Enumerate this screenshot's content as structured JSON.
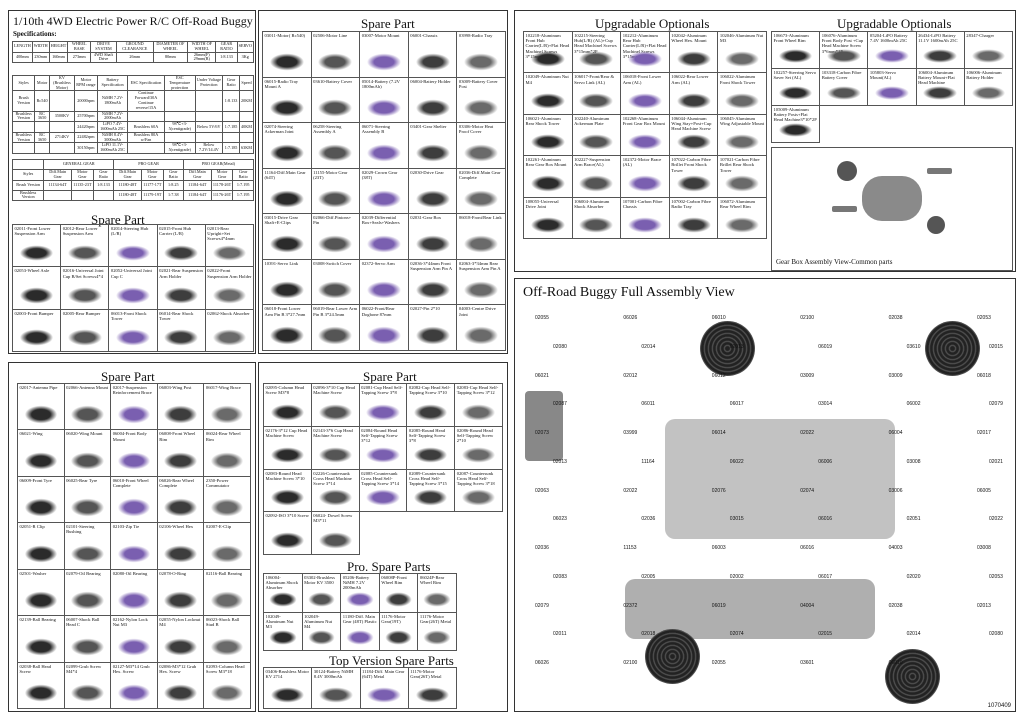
{
  "header": {
    "title": "1/10th 4WD Electric Power R/C Off-Road Buggy",
    "specifications": "Specifications:"
  },
  "spec_table": {
    "headers": [
      "LENGTH",
      "WIDTH",
      "HEIGHT",
      "WHEEL BASE",
      "DRIVE SYSTEM",
      "GROUND CLEARANCE",
      "DIAMETER OF WHEEL",
      "WIDTH OF WHEEL",
      "GEAR RATIO",
      "SERVO"
    ],
    "values": [
      "400mm",
      "230mm",
      "160mm",
      "273mm",
      "4WD Shaft Drive",
      "26mm",
      "80mm",
      "26mm(F) 29mm(R)",
      "1:8.133",
      "3Kg"
    ]
  },
  "style_table": {
    "headers": [
      "Styles",
      "Motor",
      "KV (Brushless Motor)",
      "Motor RPM range",
      "Battery Specification",
      "ESC Specification",
      "ESC Temperature protection",
      "Under Voltage Protection",
      "Gear Ratio",
      "Speed"
    ],
    "rows": [
      [
        "Brush Version",
        "Rc540",
        "",
        "20000rpm",
        "NiMH 7.2V-1800mAh",
        "Continue Forward/30A Continue reverse/15A",
        "",
        "",
        "1:8.133",
        "20KM"
      ],
      [
        "Brushless Version",
        "RC 3650",
        "3500KV",
        "25700rpm",
        "NiMH 7.2V-2000mAh",
        "",
        "",
        "",
        "",
        ""
      ],
      [
        "",
        "",
        "",
        "24420rpm",
        "LiPO 7.4V-1600mAh 25C",
        "Brushless 60A",
        "98℃+3-5(centigrade)",
        "Below 5V/6V",
        "1:7.185",
        "40KM"
      ],
      [
        "Brushless Version",
        "RC 3650",
        "2714KV",
        "22482rpm",
        "NiMH 8.4V-3000mAh",
        "Brushless 80A w/Fan",
        "",
        "",
        "",
        ""
      ],
      [
        "",
        "",
        "",
        "30150rpm",
        "LiPO 11.1V-1600mAh 25C",
        "",
        "98℃+3-5(centigrade)",
        "Below 7.2V/14.4V",
        "1:7.185",
        "63KM"
      ]
    ]
  },
  "gear_table": {
    "groups": [
      "GENERAL GEAR",
      "PRO GEAR",
      "PRO GEAR(Metal)"
    ],
    "headers": [
      "Styles",
      "Diff.Main Gear",
      "Motor Gear",
      "Gear Ratio",
      "Diff.Main Gear",
      "Motor Gear",
      "Gear Ratio",
      "Diff.Main Gear",
      "Motor Gear",
      "Gear Ratio"
    ],
    "rows": [
      [
        "Brush Version",
        "11134-64T",
        "11135-23T",
        "1:8.133",
        "11180-48T",
        "11177-17T",
        "1:8.25",
        "11184-64T",
        "11178-26T",
        "1:7.195"
      ],
      [
        "Brushless Version",
        "",
        "",
        "",
        "11180-48T",
        "11179-19T",
        "1:7.38",
        "11184-64T",
        "11176-26T",
        "1:7.195"
      ]
    ]
  },
  "panels": {
    "spare1_title": "Spare Part",
    "spare2_title": "Spare Part",
    "spare3_title": "Spare Part",
    "spare4_title": "Spare Part",
    "upgrade_title": "Upgradable Optionals",
    "upgrade2_title": "Upgradable Optionals",
    "gearbox_title": "Gear Box Assembly View-Common parts",
    "assembly_title": "Off-Road Buggy Full Assembly View",
    "pro_title": "Pro. Spare Parts",
    "top_title": "Top Version Spare Parts"
  },
  "spare_left": [
    "02011-Front Lower Suspension Arm",
    "02012-Rear Lower Suspension Arm",
    "02014-Steering Hub (L/R)",
    "02015-Front Hub Carrier (L/R)",
    "02013-Rear Upright+Set Screws4*4mm",
    "02053-Wheel Axle",
    "02016-Universal Joint Cup B/Set Screws4*4",
    "02052-Universal Joint Cup C",
    "02021-Rear Suspension Arm Holder",
    "02022-Front Suspension Arm Holder",
    "02003-Front Bumper",
    "02005-Rear Bumper",
    "06013-Front Shock Tower",
    "06014-Rear Shock Tower",
    "02062-Shock Absorber"
  ],
  "spare_mid": [
    "03011-Motor( Rc540)",
    "02506-Motor Line",
    "03007-Motor Mount",
    "06001-Chassis",
    "03998-Radio Tray",
    "06015-Radio Tray Mount A",
    "03610-Battery Cover",
    "05014-Battery (7.2V 1800mAh)",
    "06004-Battery Holder",
    "03009-Battery Cover Post",
    "02074-Steering Ackerman Joint",
    "06258-Steering Assembly A",
    "06071-Steering Assembly B",
    "03401-Gear Shelter",
    "03306-Motor Heat Proof Cover",
    "11164-Diff.Main Gear (64T)",
    "11155-Motor Gear (23T)",
    "02029-Crown Gear (38T)",
    "02030-Drive Gear",
    "02036-Diff.Main Gear Complete",
    "03015-Drive Gear Shaft+E-Clips",
    "02066-Diff.Pinions+ Pin",
    "02039-Differential Box+Seals+Washers",
    "02031-Gear Box",
    "06018-Front/Rear Link",
    "10391-Servo Link",
    "03008-Switch Cover",
    "02372-Servo Arm",
    "02036-3*44mm Front Suspension Arm Pin A",
    "02063-3*34mm Rear Suspension Arm Pin A",
    "06018-Front Lower Arm Pin B 3*27.7mm",
    "06019-Rear Lower Arm Pin B 3*24.5mm",
    "06022-Front/Rear Dogbone 87mm",
    "02027-Pin 2*10",
    "04003-Centre Drive Joint"
  ],
  "upgrade_a": [
    "102218-Aluminum Front Hub Carrier(L/R)+Flat Head Machinel Screws 3*15mm*2P",
    "102215-Steering Hub(L/R) (AL)+Cup Head Machinel Screws 3*15mm*2P",
    "102212-Aluminum Rear Hub Carrier(L/R)+Flat Head Machinel Screws 3*15mm",
    "102042-Aluminum Wheel Hex. Mount",
    "102046-Aluminum Nut M3",
    "102049-Aluminum Nut M4",
    "106017-Front/Rear & Servo Link (AL)",
    "106018-Front Lower Arm (AL)",
    "106022-Rear Lower Arm (AL)",
    "106022-Aluminum Front Shock Tower",
    "106021-Aluminum Rear Shock Tower",
    "102240-Aluminum Ackerman Plate",
    "102268-Aluminum Front Gear Box Mount",
    "106044-Aluminum Wing Stay+Post+Cup Head Machine Screw",
    "106045-Aluminum Wing Adjustable Mount",
    "102261-Aluminum Rear Gear Box Mount",
    "102227-Suspension Arm Brace(AL)",
    "102372-Motor Brace (AL)",
    "107022-Carbon Fibre Brillet Front Shock Tower",
    "107021-Carbon Fibre Brillet Rear Shock Tower",
    "108055-Universal Drive Joint",
    "106004-Aluminum Shock Absorber",
    "107001-Carbon Fibre Chassis",
    "107002-Carbon Fibre Radio Tray",
    "106072-Aluminum Rear Wheel Rim"
  ],
  "upgrade_b": [
    "106673-Aluminum Front Wheel Rim",
    "106076-Aluminum Front Body Post +Cup Head Machine Screw 3*6mm*1P",
    "05204-LiPO Battery 7.4V 1600mAh 25C",
    "26434-LiPO Battery 11.1V 1600mAh 25C",
    "28347-Charger",
    "102257-Steering Servo Saver Set (AL)",
    "103318-Carbon Fibre Battery Cover",
    "105803-Servo Mount(AL)",
    "106004-Aluminum Battery Mount+Flat Head Machine",
    "106006-Aluminum Battery Holder",
    "105009-Aluminum Battery Posts+Flat Head Machine3*10*2P"
  ],
  "spare_bottom": [
    "02017-Antenna Pipe",
    "02066-Antenna Mount",
    "02017-Suspension Reinforcement Brace",
    "06003-Wing Post",
    "06017-Wing Brace",
    "06021-Wing",
    "06020-Wing Mount",
    "06004-Front Body Mount",
    "06008-Front Wheel Rim",
    "06024-Rear Wheel Rim",
    "06009-Front Tyre",
    "06025-Rear Tyre",
    "06010-Front Wheel Complete",
    "06026-Rear Wheel Complete",
    "2350-Power Commutator",
    "02051-R Clip",
    "02101-Steering Bushing",
    "02103-Zip Tie",
    "02106-Wheel Hex",
    "02007-E-Clip",
    "02501-Washer",
    "02079-Oil Bearing",
    "02080-Oil Bearing",
    "02078-O-Ring",
    "02116-Ball Bearing",
    "02139-Ball Bearing",
    "06007-Shock Ball Head C",
    "02162-Nylon Lock Nut M3",
    "02055-Nylon Locknut M4",
    "06023-Shock Ball Stud B",
    "02038-Ball Head Screw",
    "02099-Grub Screw M4*4",
    "02127-M3*14 Grub Hex. Screw",
    "02086-M3*12 Grub Hex. Screw",
    "02093-Column Head Screw M3*18"
  ],
  "screws": [
    "02095-Column Head Screw M3*8",
    "02096-3*10 Cup Head Machine Screw",
    "02081-Cup Head Self-Tapping Screw 3*8",
    "02082-Cup Head Self-Tapping Screw 3*10",
    "02083-Cup Head Self-Tapping Screw 3*12",
    "02176-3*12 Cup Head Machine Screw",
    "02143-3*6 Cup Head Machine Screw",
    "02084-Round Head Self-Tapping Screw 3*12",
    "02085-Round Head Self-Tapping Screw 3*8",
    "02086-Round Head Self-Tapping Screw 2*10",
    "02083-Round Head Machine Screw 3*10",
    "02226-Countersunk Cross Head Machine Screw 3*14",
    "02085-Countersunk Cross Head Self-Tapping Screw 3*14",
    "02089-Countersunk Cross Head Self-Tapping Screw 3*15",
    "02087-Countersunk Cross Head Self-Tapping Screw 3*18",
    "02092-ISO 3*10 Screw",
    "06024- Dowel Screw M3*11"
  ],
  "pro": [
    "106004-Aluminum Shock Absorber",
    "03302-Brushless Motor KV 3500",
    "05206-Battery NiMH 7.2V 2000mAh",
    "06008P-Front Wheel Rim",
    "06024P-Rear Wheel Rim",
    "102049-Aluminum Nut M3",
    "102049-Aluminum Nut M4",
    "11180-Diff. Main Gear (48T) Plastic",
    "11176-Motor Gear(19T)",
    "11176-Motor Gear(26T) Metal"
  ],
  "top": [
    "03406-Brushless Motor KV 2714",
    "30124-Battery NiMH 8.4V 3000mAh",
    "11184-Diff. Main Gear (64T) Metal",
    "11176-Motor Gear(26T) Metal"
  ],
  "assembly_labels": [
    "02055",
    "06026",
    "06010",
    "02100",
    "02038",
    "02053",
    "02080",
    "02014",
    "02013",
    "06019",
    "03610",
    "02015",
    "06021",
    "02012",
    "06012",
    "03009",
    "03009",
    "06018",
    "02087",
    "06011",
    "06017",
    "03014",
    "06002",
    "02079",
    "02073",
    "03999",
    "06014",
    "02022",
    "06004",
    "02017",
    "02013",
    "11164",
    "06022",
    "06006",
    "03008",
    "02021",
    "02063",
    "02022",
    "02076",
    "02074",
    "03006",
    "06005",
    "06023",
    "02036",
    "03015",
    "06016",
    "02051",
    "02022",
    "02036",
    "11153",
    "06003",
    "06016",
    "04003",
    "03008",
    "02083",
    "02005",
    "02002",
    "06017",
    "02020",
    "02053",
    "02079",
    "02372",
    "06019",
    "04004",
    "02038",
    "02013",
    "02011",
    "02018",
    "02074",
    "02015",
    "02014",
    "02080",
    "06026",
    "02100",
    "02055",
    "03601",
    "06010"
  ],
  "footer": {
    "code": "1070409"
  }
}
